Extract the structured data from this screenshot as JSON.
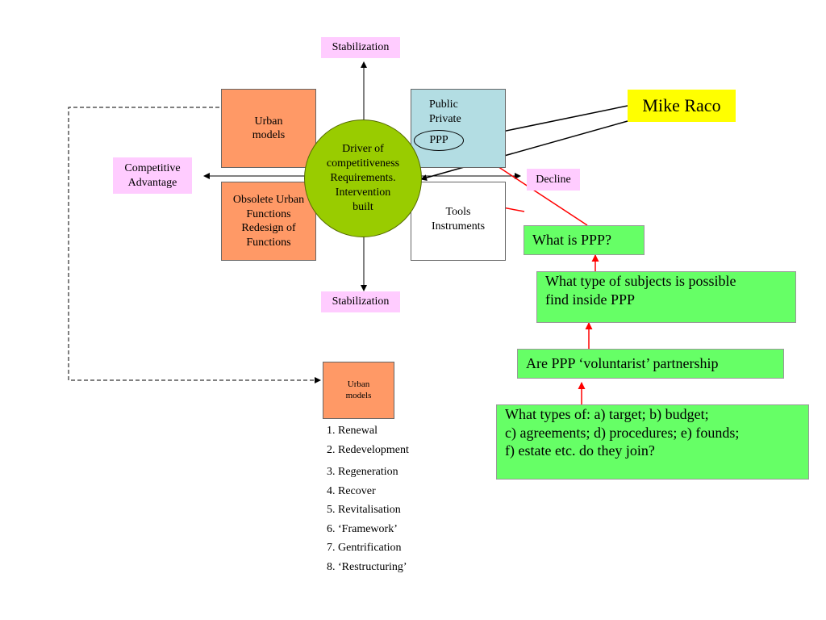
{
  "top_stabilization": "Stabilization",
  "bottom_stabilization": "Stabilization",
  "competitive_advantage": [
    "Competitive",
    "Advantage"
  ],
  "decline": "Decline",
  "urban_models_quadrant": [
    "Urban",
    "models"
  ],
  "obsolete_quadrant": [
    "Obsolete Urban",
    "Functions",
    "Redesign of",
    "Functions"
  ],
  "ppp_quadrant": [
    "Public",
    "Private"
  ],
  "ppp_label": "PPP",
  "tools_quadrant": [
    "Tools",
    "Instruments"
  ],
  "center_circle": [
    "Driver of",
    "competitiveness",
    "Requirements.",
    "Intervention",
    "built"
  ],
  "mike_raco": "Mike Raco",
  "q_what_is_ppp": "What is PPP?",
  "q_subjects": [
    "What type of subjects is possible",
    "find inside PPP"
  ],
  "q_voluntarist": "Are PPP ‘voluntarist’ partnership",
  "q_types": [
    "What types of: a) target; b) budget;",
    "c) agreements; d) procedures; e) founds;",
    "f) estate  etc. do they join?"
  ],
  "small_urban_models": [
    "Urban",
    "models"
  ],
  "list": [
    "1.  Renewal",
    "2. Redevelopment",
    "3. Regeneration",
    "4. Recover",
    "5. Revitalisation",
    "6. ‘Framework’",
    "7. Gentrification",
    "8. ‘Restructuring’"
  ]
}
